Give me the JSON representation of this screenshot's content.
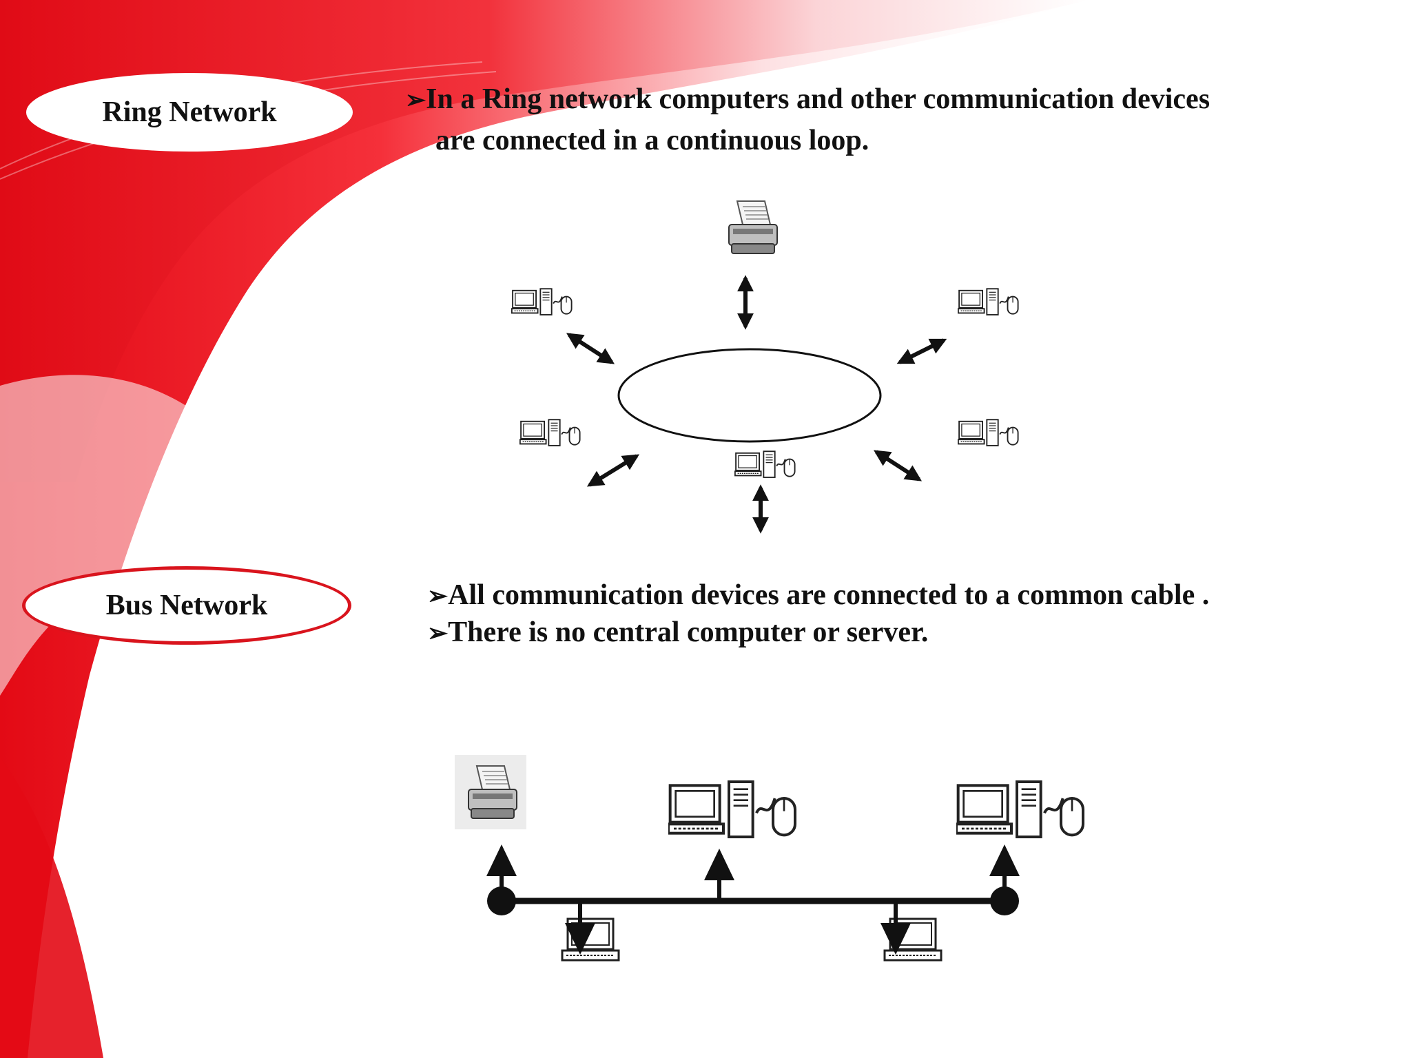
{
  "ring": {
    "badge_label": "Ring Network",
    "bullet_line_1": "In a Ring network computers and other communication devices",
    "bullet_line_2": "are connected in a continuous loop."
  },
  "bus": {
    "badge_label": "Bus Network",
    "bullet_1": "All communication devices are connected to a common cable .",
    "bullet_2": "There is no central computer or server."
  },
  "bullet_glyph": "➢",
  "colors": {
    "accent_red": "#d9141d",
    "background": "#ffffff",
    "text": "#111111"
  },
  "ring_diagram": {
    "hub": "ring loop",
    "nodes": [
      {
        "kind": "printer",
        "icon": "printer-icon"
      },
      {
        "kind": "workstation",
        "icon": "workstation-icon"
      },
      {
        "kind": "workstation",
        "icon": "workstation-icon"
      },
      {
        "kind": "workstation",
        "icon": "workstation-icon"
      },
      {
        "kind": "workstation",
        "icon": "workstation-icon"
      },
      {
        "kind": "workstation",
        "icon": "workstation-icon"
      }
    ]
  },
  "bus_diagram": {
    "backbone": "common cable",
    "devices": [
      {
        "kind": "printer",
        "icon": "printer-icon",
        "side": "above"
      },
      {
        "kind": "laptop",
        "icon": "laptop-icon",
        "side": "below"
      },
      {
        "kind": "workstation",
        "icon": "workstation-icon",
        "side": "above"
      },
      {
        "kind": "laptop",
        "icon": "laptop-icon",
        "side": "below"
      },
      {
        "kind": "workstation",
        "icon": "workstation-icon",
        "side": "above"
      }
    ]
  }
}
